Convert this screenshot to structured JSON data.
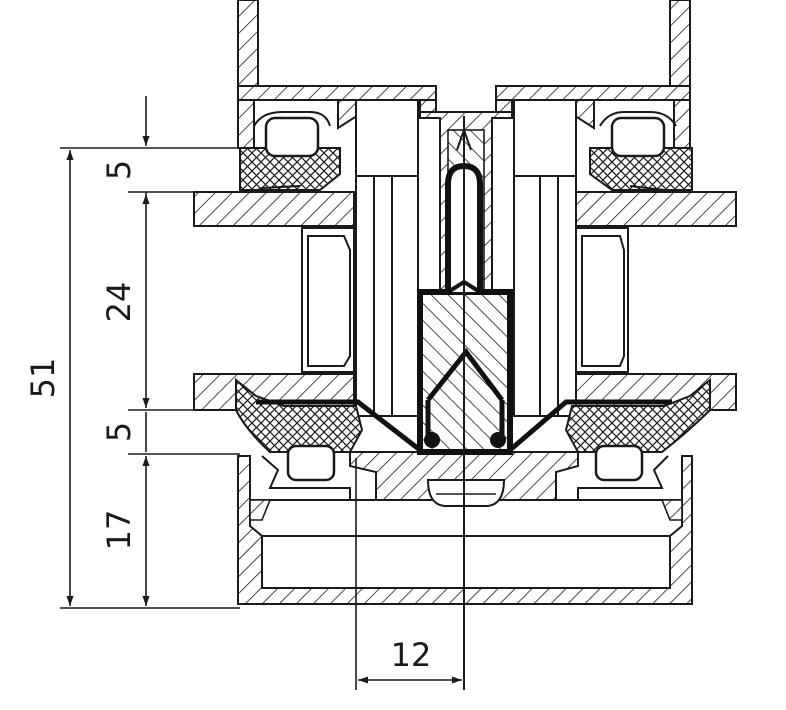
{
  "diagram": {
    "colors": {
      "ink": "#1a1a1a",
      "paper": "#ffffff",
      "gasket": "#111111"
    },
    "dimensions": {
      "overall": "51",
      "top_seal": "5",
      "glass": "24",
      "bottom_seal": "5",
      "cover": "17",
      "offset": "12"
    }
  }
}
